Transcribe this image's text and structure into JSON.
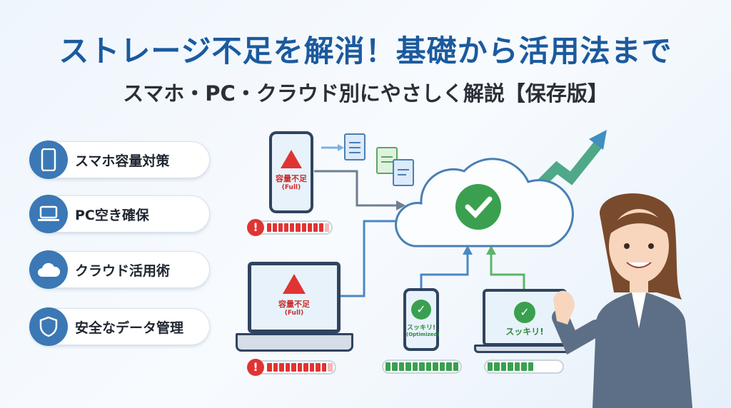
{
  "header": {
    "title": "ストレージ不足を解消！基礎から活用法まで",
    "subtitle": "スマホ・PC・クラウド別にやさしく解説【保存版】"
  },
  "topics": [
    {
      "label": "スマホ容量対策",
      "icon": "smartphone-icon"
    },
    {
      "label": "PC空き確保",
      "icon": "laptop-icon"
    },
    {
      "label": "クラウド活用術",
      "icon": "cloud-icon"
    },
    {
      "label": "安全なデータ管理",
      "icon": "shield-icon"
    }
  ],
  "devices": {
    "phone_full": {
      "status": "容量不足",
      "sub": "(Full)",
      "usage": 0.9
    },
    "laptop_full": {
      "status": "容量不足",
      "sub": "(Full)",
      "usage": 0.92
    },
    "phone_ok": {
      "status": "スッキリ!",
      "sub": "(Optimized)",
      "usage": 1.0
    },
    "laptop_ok": {
      "status": "スッキリ!",
      "usage": 0.6
    }
  },
  "colors": {
    "brand": "#1b5a9e",
    "alert": "#e03434",
    "ok": "#3aa04f"
  }
}
